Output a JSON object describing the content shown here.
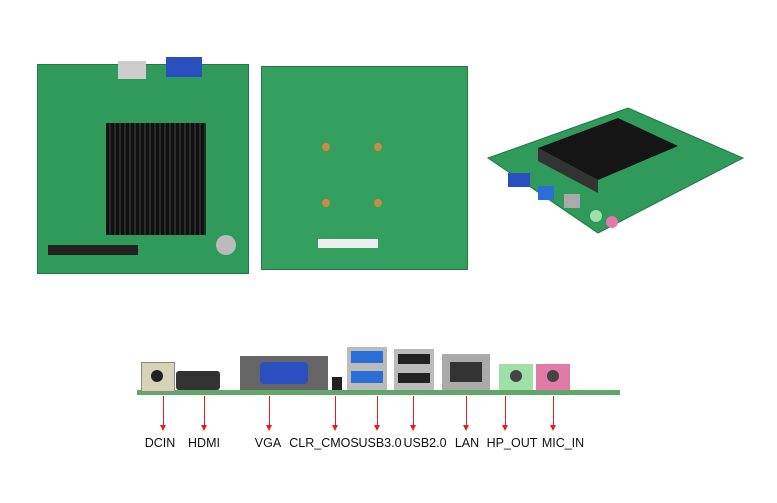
{
  "title": "Motherboard I/O ports",
  "labels": [
    "DCIN",
    "HDMI",
    "VGA",
    "CLR_CMOS",
    "USB3.0",
    "USB2.0",
    "LAN",
    "HP_OUT",
    "MIC_IN"
  ],
  "colors": {
    "pcb": "#2f9a5a",
    "heatsink": "#1b1b1b",
    "arrow": "#e0201c",
    "usb3": "#2a6fd6",
    "vga": "#2a4fbf",
    "hp": "#9ee0a8",
    "mic": "#e27aa8"
  }
}
